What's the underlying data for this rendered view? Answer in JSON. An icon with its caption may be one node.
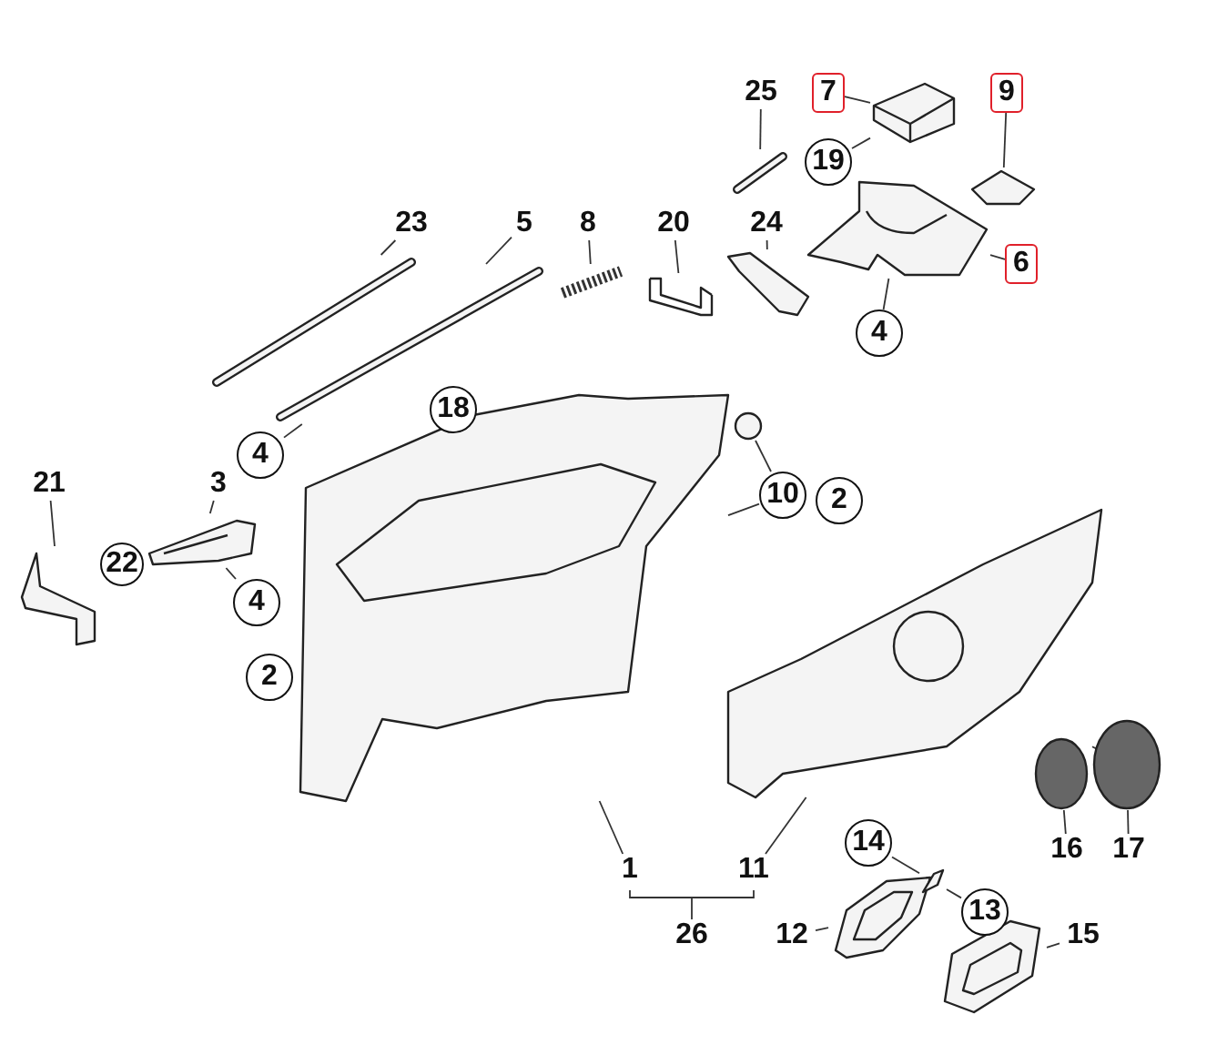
{
  "diagram": {
    "nodes": [
      {
        "text": [
          "25"
        ]
      },
      {
        "text": [
          "7"
        ]
      },
      {
        "text": [
          "19"
        ]
      },
      {
        "text": [
          "9"
        ]
      },
      {
        "text": [
          "23"
        ]
      },
      {
        "text": [
          "5"
        ]
      },
      {
        "text": [
          "8"
        ]
      },
      {
        "text": [
          "20"
        ]
      },
      {
        "text": [
          "24"
        ]
      },
      {
        "text": [
          "6"
        ]
      },
      {
        "text": [
          "4"
        ]
      },
      {
        "text": [
          "18"
        ]
      },
      {
        "text": [
          "4"
        ]
      },
      {
        "text": [
          "10"
        ]
      },
      {
        "text": [
          "21"
        ]
      },
      {
        "text": [
          "3"
        ]
      },
      {
        "text": [
          "22"
        ]
      },
      {
        "text": [
          "4"
        ]
      },
      {
        "text": [
          "2"
        ]
      },
      {
        "text": [
          "2"
        ]
      },
      {
        "text": [
          "16"
        ]
      },
      {
        "text": [
          "17"
        ]
      },
      {
        "text": [
          "1"
        ]
      },
      {
        "text": [
          "11"
        ]
      },
      {
        "text": [
          "14"
        ]
      },
      {
        "text": [
          "13"
        ]
      },
      {
        "text": [
          "26"
        ]
      },
      {
        "text": [
          "12"
        ]
      },
      {
        "text": [
          "15"
        ]
      },
      {
        "text": [],
        "shape": "picture"
      },
      {
        "text": [],
        "shape": "picture"
      },
      {
        "text": [],
        "shape": "picture"
      },
      {
        "text": [],
        "shape": "picture"
      },
      {
        "text": [],
        "shape": "picture"
      },
      {
        "text": [],
        "shape": "picture"
      },
      {
        "text": [],
        "shape": "picture"
      },
      {
        "text": [],
        "shape": "picture"
      },
      {
        "text": [],
        "shape": "picture"
      },
      {
        "text": [],
        "shape": "picture"
      },
      {
        "text": [],
        "shape": "circle"
      },
      {
        "text": [],
        "shape": "picture"
      },
      {
        "text": [],
        "shape": "picture"
      },
      {
        "text": [],
        "shape": "picture"
      },
      {
        "text": [],
        "shape": "circle"
      },
      {
        "text": [],
        "shape": "circle"
      },
      {
        "text": [],
        "shape": "picture"
      },
      {
        "text": [],
        "shape": "picture"
      },
      {
        "text": [],
        "shape": "picture"
      }
    ],
    "edges": [
      {
        "from": 0,
        "to": 29,
        "arrow": "none"
      },
      {
        "from": 1,
        "to": 30,
        "arrow": "none"
      },
      {
        "from": 2,
        "to": 30,
        "arrow": "none"
      },
      {
        "from": 3,
        "to": 31,
        "arrow": "none"
      },
      {
        "from": 4,
        "to": 32,
        "arrow": "none"
      },
      {
        "from": 5,
        "to": 33,
        "arrow": "none"
      },
      {
        "from": 6,
        "to": 34,
        "arrow": "none"
      },
      {
        "from": 7,
        "to": 35,
        "arrow": "none"
      },
      {
        "from": 8,
        "to": 36,
        "arrow": "none"
      },
      {
        "from": 9,
        "to": 37,
        "arrow": "none"
      },
      {
        "from": 10,
        "to": 37,
        "arrow": "none"
      },
      {
        "from": 12,
        "to": 33,
        "arrow": "none"
      },
      {
        "from": 13,
        "to": 39,
        "arrow": "none"
      },
      {
        "from": 13,
        "to": 38,
        "arrow": "none"
      },
      {
        "from": 14,
        "to": 41,
        "arrow": "none"
      },
      {
        "from": 15,
        "to": 40,
        "arrow": "none"
      },
      {
        "from": 17,
        "to": 40,
        "arrow": "none"
      },
      {
        "from": 20,
        "to": 43,
        "arrow": "none"
      },
      {
        "from": 21,
        "to": 44,
        "arrow": "none"
      },
      {
        "from": 44,
        "to": 42,
        "arrow": "none"
      },
      {
        "from": 22,
        "to": 38,
        "arrow": "none"
      },
      {
        "from": 23,
        "to": 42,
        "arrow": "none"
      },
      {
        "from": 24,
        "to": 47,
        "arrow": "none"
      },
      {
        "from": 25,
        "to": 47,
        "arrow": "none"
      },
      {
        "from": 27,
        "to": 45,
        "arrow": "none"
      },
      {
        "from": 28,
        "to": 46,
        "arrow": "none"
      }
    ]
  }
}
